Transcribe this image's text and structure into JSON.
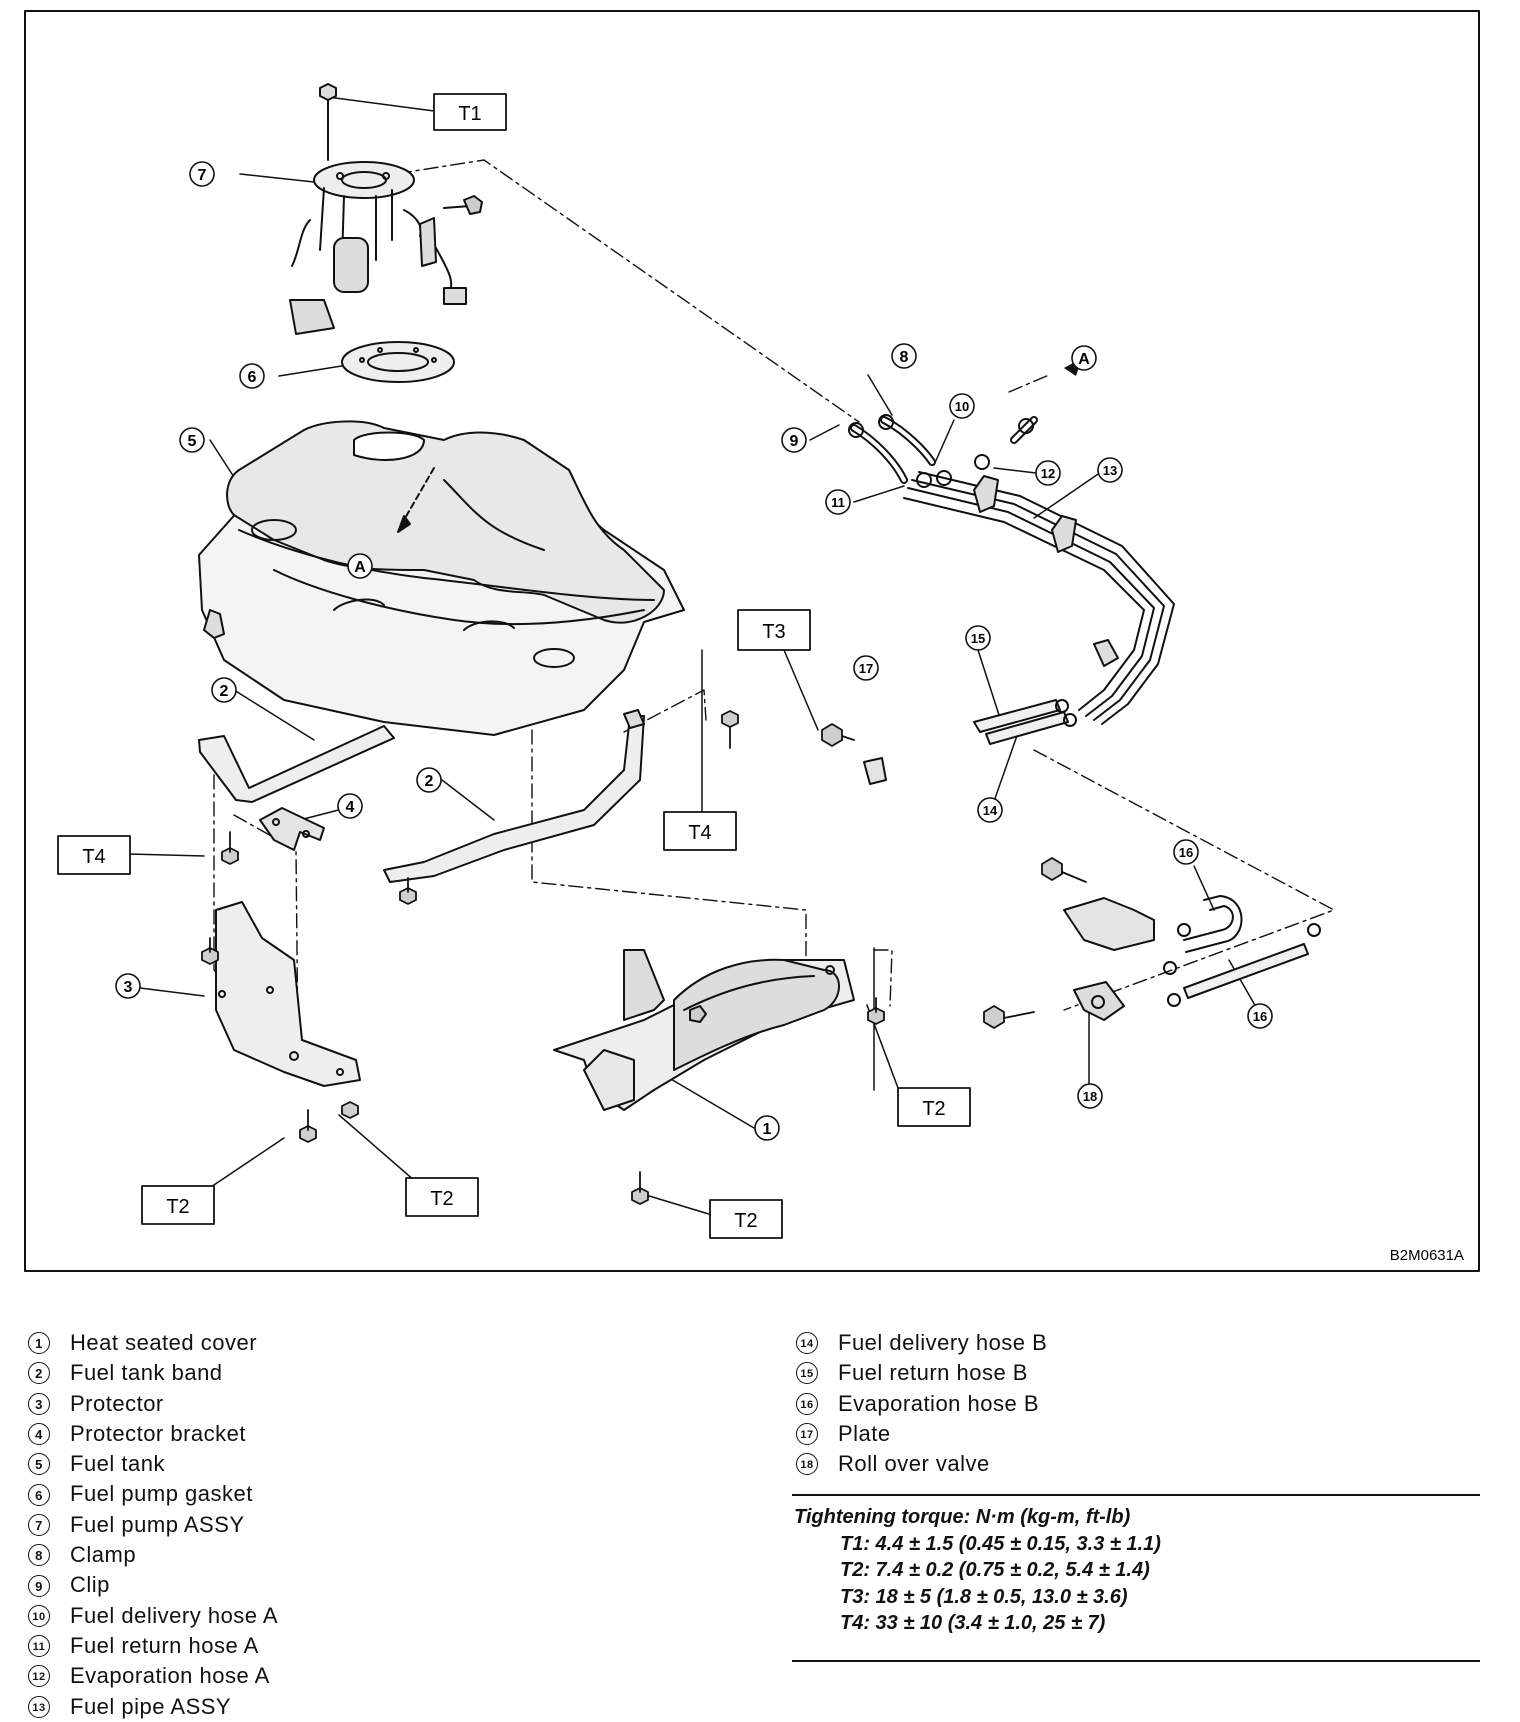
{
  "figure_code": "B2M0631A",
  "callouts": {
    "n1": "1",
    "n2": "2",
    "n3": "3",
    "n4": "4",
    "n5": "5",
    "n6": "6",
    "n7": "7",
    "n8": "8",
    "n9": "9",
    "n10": "10",
    "n11": "11",
    "n12": "12",
    "n13": "13",
    "n14": "14",
    "n15": "15",
    "n16": "16",
    "n17": "17",
    "n18": "18",
    "a": "A"
  },
  "torque_tags": {
    "t1": "T1",
    "t2": "T2",
    "t3": "T3",
    "t4": "T4"
  },
  "legend": [
    {
      "num": "1",
      "label": "Heat seated cover"
    },
    {
      "num": "2",
      "label": "Fuel tank band"
    },
    {
      "num": "3",
      "label": "Protector"
    },
    {
      "num": "4",
      "label": "Protector bracket"
    },
    {
      "num": "5",
      "label": "Fuel tank"
    },
    {
      "num": "6",
      "label": "Fuel pump gasket"
    },
    {
      "num": "7",
      "label": "Fuel pump ASSY"
    },
    {
      "num": "8",
      "label": "Clamp"
    },
    {
      "num": "9",
      "label": "Clip"
    },
    {
      "num": "10",
      "label": "Fuel delivery hose A"
    },
    {
      "num": "11",
      "label": "Fuel return hose A"
    },
    {
      "num": "12",
      "label": "Evaporation hose A"
    },
    {
      "num": "13",
      "label": "Fuel pipe ASSY"
    },
    {
      "num": "14",
      "label": "Fuel delivery hose B"
    },
    {
      "num": "15",
      "label": "Fuel return hose B"
    },
    {
      "num": "16",
      "label": "Evaporation hose B"
    },
    {
      "num": "17",
      "label": "Plate"
    },
    {
      "num": "18",
      "label": "Roll over valve"
    }
  ],
  "torque": {
    "title": "Tightening torque: N·m (kg-m, ft-lb)",
    "values": [
      "T1:  4.4 ± 1.5 (0.45 ± 0.15, 3.3 ± 1.1)",
      "T2:  7.4 ± 0.2 (0.75 ± 0.2, 5.4 ± 1.4)",
      "T3:  18 ± 5 (1.8 ± 0.5, 13.0 ± 3.6)",
      "T4:  33 ± 10 (3.4 ± 1.0, 25 ± 7)"
    ]
  }
}
